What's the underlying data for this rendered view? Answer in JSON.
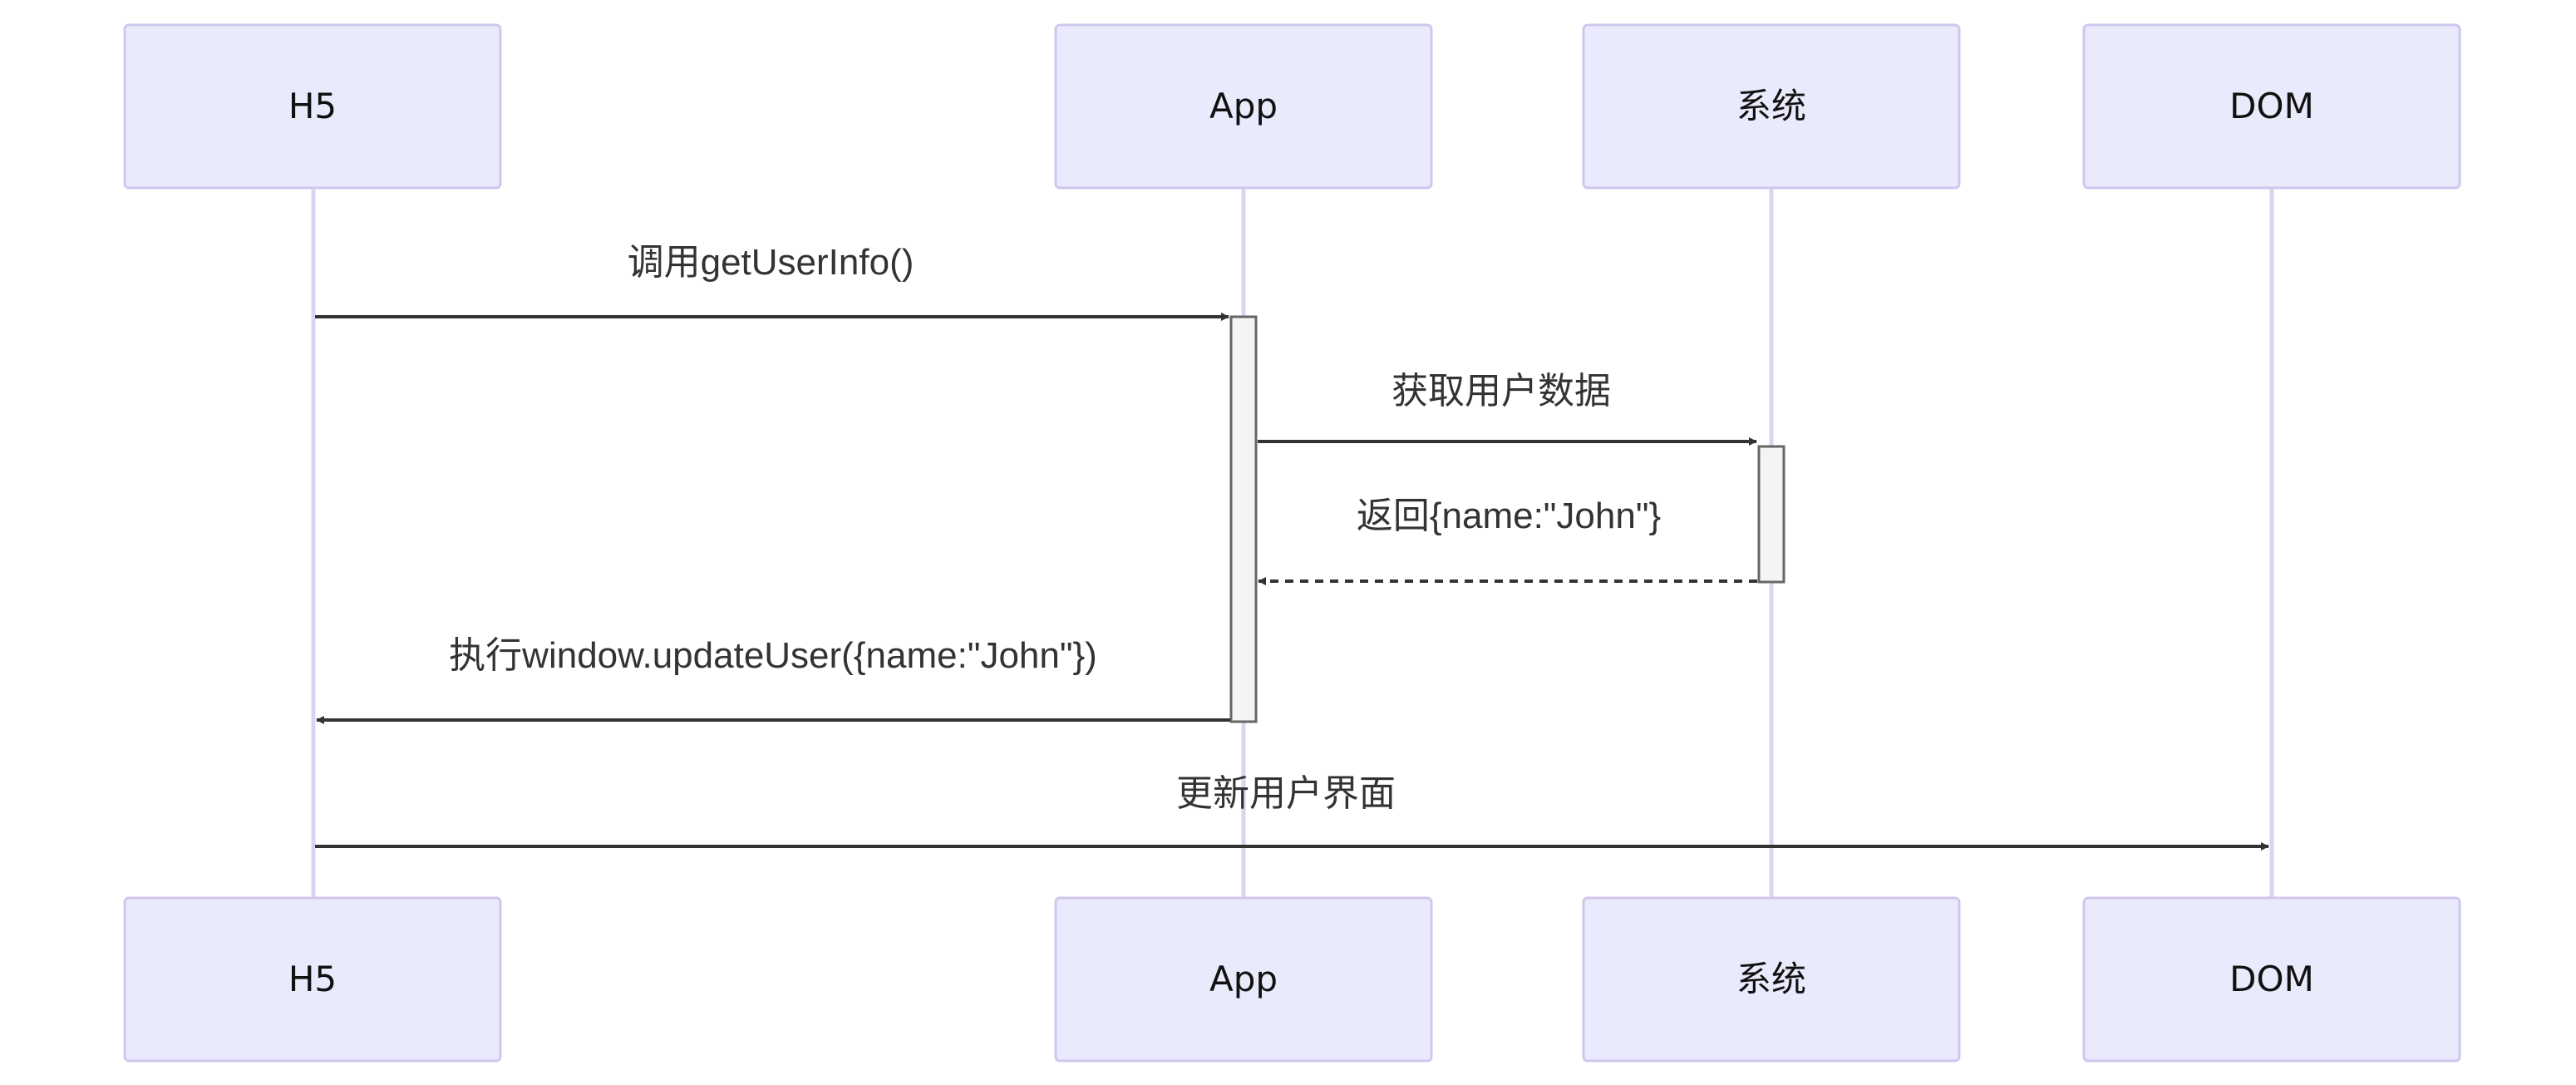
{
  "participants": [
    {
      "id": "h5",
      "label": "H5"
    },
    {
      "id": "app",
      "label": "App"
    },
    {
      "id": "system",
      "label": "系统"
    },
    {
      "id": "dom",
      "label": "DOM"
    }
  ],
  "messages": [
    {
      "from": "h5",
      "to": "app",
      "label": "调用getUserInfo()",
      "style": "solid"
    },
    {
      "from": "app",
      "to": "system",
      "label": "获取用户数据",
      "style": "solid"
    },
    {
      "from": "system",
      "to": "app",
      "label": "返回{name:\"John\"}",
      "style": "dashed"
    },
    {
      "from": "app",
      "to": "h5",
      "label": "执行window.updateUser({name:\"John\"})",
      "style": "solid"
    },
    {
      "from": "h5",
      "to": "dom",
      "label": "更新用户界面",
      "style": "solid"
    }
  ],
  "activations": [
    {
      "participant": "app",
      "from_message": 0,
      "to_message": 3
    },
    {
      "participant": "system",
      "from_message": 1,
      "to_message": 2
    }
  ],
  "colors": {
    "participant_fill": "#eaeafd",
    "participant_stroke": "#d0c7ef",
    "lifeline": "#ddd3f0",
    "arrow": "#333333",
    "activation_fill": "#f4f4f4",
    "activation_stroke": "#666666"
  }
}
